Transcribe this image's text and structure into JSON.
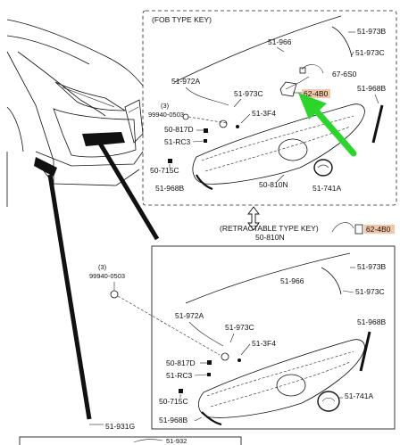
{
  "section_titles": {
    "fob": "(FOB TYPE KEY)",
    "retractable": "(RETRACTABLE TYPE KEY)"
  },
  "highlight_color": "#f2c6a8",
  "arrow_color": "#2bd62b",
  "top_parts": {
    "p966": "51-966",
    "p973b": "51-973B",
    "p973c_right": "51-973C",
    "p6s0": "67-6S0",
    "p4b0": "62-4B0",
    "p972a": "51-972A",
    "p973c": "51-973C",
    "p968b_right": "51-968B",
    "p99940_qty": "(3)",
    "p99940": "99940-0503",
    "p3f4": "51-3F4",
    "p817d": "50-817D",
    "prc3": "51-RC3",
    "p715c": "50-715C",
    "p968b": "51-968B",
    "p810n": "50-810N",
    "p741a": "51-741A"
  },
  "mid": {
    "p4b0": "62-4B0",
    "p810n": "50-810N"
  },
  "bottom_parts": {
    "p99940_qty": "(3)",
    "p99940": "99940-0503",
    "p966": "51-966",
    "p973b": "51-973B",
    "p973c_right": "51-973C",
    "p972a": "51-972A",
    "p973c": "51-973C",
    "p968b_right": "51-968B",
    "p3f4": "51-3F4",
    "p817d": "50-817D",
    "prc3": "51-RC3",
    "p741a": "51-741A",
    "p715c": "50-715C",
    "p968b": "51-968B"
  },
  "footer": {
    "p931g": "51-931G",
    "p932": "51-932"
  }
}
